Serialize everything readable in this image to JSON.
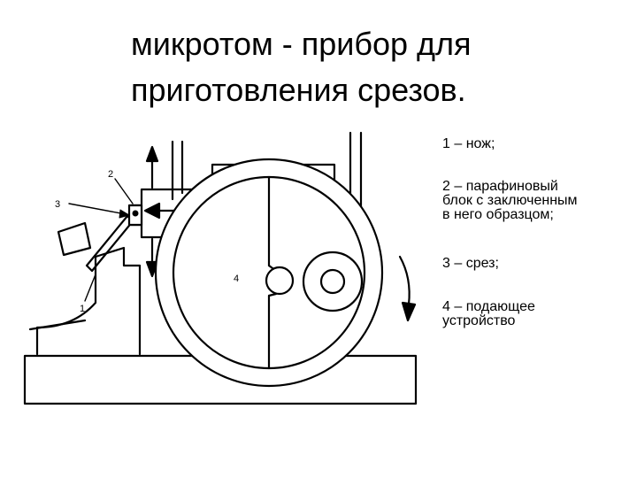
{
  "title": {
    "line1": "микротом - прибор для",
    "line2": "приготовления срезов."
  },
  "diagram": {
    "callouts": [
      "1",
      "2",
      "3",
      "4"
    ]
  },
  "legend": [
    {
      "lines": [
        "1 – нож;"
      ]
    },
    {
      "lines": [
        "2 – парафиновый",
        "блок с заключенным",
        "в него образцом;"
      ]
    },
    {
      "lines": [
        "3 – срез;"
      ]
    },
    {
      "lines": [
        "4 – подающее",
        "устройство"
      ]
    }
  ]
}
